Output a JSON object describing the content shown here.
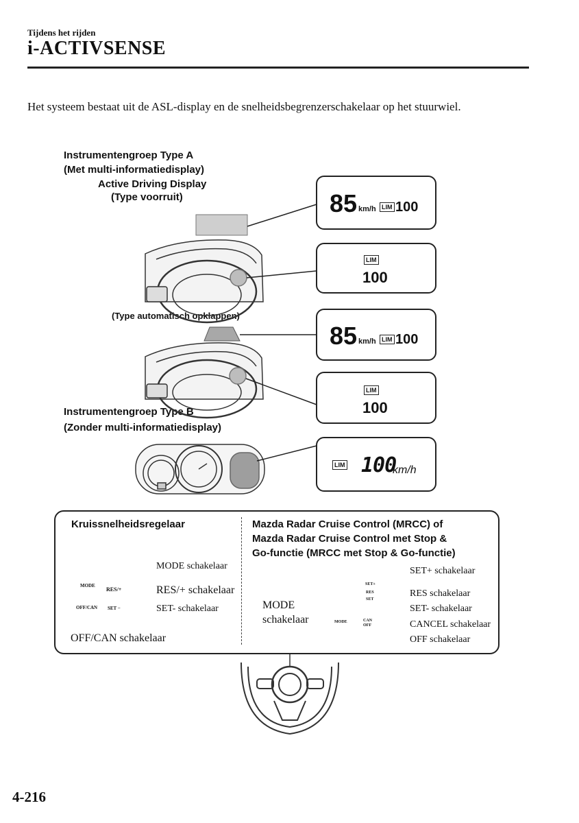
{
  "header": {
    "section": "Tijdens het rijden",
    "title": "i-ACTIVSENSE"
  },
  "intro": "Het systeem bestaat uit de ASL-display en de snelheidsbegrenzerschakelaar op het stuurwiel.",
  "figure": {
    "type_a_line1": "Instrumentengroep Type A",
    "type_a_line2": "(Met multi-informatiedisplay)",
    "add_line1": "Active Driving Display",
    "add_line2": "(Type voorruit)",
    "popup_label": "(Type automatisch opklappen)",
    "type_b_line1": "Instrumentengroep Type B",
    "type_b_line2": "(Zonder multi-informatiedisplay)",
    "display_windshield": {
      "speed": "85",
      "unit": "km/h",
      "lim": "LIM",
      "limit": "100"
    },
    "display_cluster_a": {
      "lim": "LIM",
      "limit": "100"
    },
    "display_popup": {
      "speed": "85",
      "unit": "km/h",
      "lim": "LIM",
      "limit": "100"
    },
    "display_cluster_a2": {
      "lim": "LIM",
      "limit": "100"
    },
    "display_type_b": {
      "lim": "LIM",
      "limit": "100",
      "unit": "km/h"
    }
  },
  "switches": {
    "left_title": "Kruissnelheidsregelaar",
    "left_labels": {
      "mode": "MODE schakelaar",
      "res": "RES/+ schakelaar",
      "set": "SET- schakelaar",
      "offcan": "OFF/CAN schakelaar"
    },
    "left_button_text": {
      "mode": "MODE",
      "res": "RES/+",
      "set": "SET −",
      "offcan": "OFF/CAN"
    },
    "right_title_1": "Mazda Radar Cruise Control (MRCC) of",
    "right_title_2": "Mazda Radar Cruise Control met Stop &",
    "right_title_3": "Go-functie (MRCC met Stop & Go-functie)",
    "right_labels": {
      "set_plus": "SET+ schakelaar",
      "res": "RES schakelaar",
      "set_minus": "SET- schakelaar",
      "cancel": "CANCEL schakelaar",
      "off": "OFF schakelaar",
      "mode_line1": "MODE",
      "mode_line2": "schakelaar"
    },
    "right_button_text": {
      "set_plus": "SET+",
      "res": "RES",
      "set": "SET",
      "mode": "MODE",
      "can": "CAN",
      "off": "OFF"
    }
  },
  "page_number": "4-216"
}
